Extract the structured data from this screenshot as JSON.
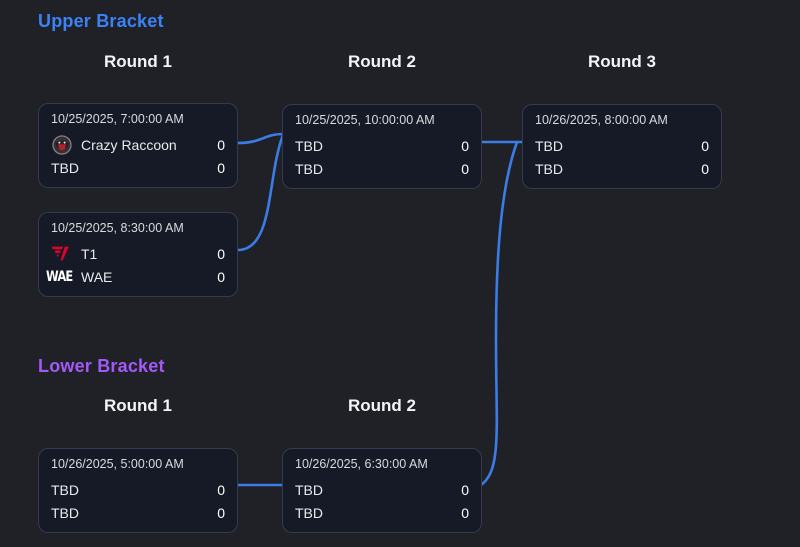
{
  "colors": {
    "page_bg": "#202126",
    "upper_accent": "#3b82f6",
    "lower_accent": "#a259f7",
    "connector": "#3b7ce6",
    "card_bg": "#151a26",
    "card_border": "#343b4d"
  },
  "upper": {
    "title": "Upper Bracket",
    "round_labels": [
      "Round 1",
      "Round 2",
      "Round 3"
    ],
    "matches": [
      {
        "datetime": "10/25/2025, 7:00:00 AM",
        "teams": [
          {
            "name": "Crazy Raccoon",
            "score": "0"
          },
          {
            "name": "TBD",
            "score": "0"
          }
        ]
      },
      {
        "datetime": "10/25/2025, 8:30:00 AM",
        "teams": [
          {
            "name": "T1",
            "score": "0"
          },
          {
            "name": "WAE",
            "score": "0"
          }
        ]
      },
      {
        "datetime": "10/25/2025, 10:00:00 AM",
        "teams": [
          {
            "name": "TBD",
            "score": "0"
          },
          {
            "name": "TBD",
            "score": "0"
          }
        ]
      },
      {
        "datetime": "10/26/2025, 8:00:00 AM",
        "teams": [
          {
            "name": "TBD",
            "score": "0"
          },
          {
            "name": "TBD",
            "score": "0"
          }
        ]
      }
    ]
  },
  "lower": {
    "title": "Lower Bracket",
    "round_labels": [
      "Round 1",
      "Round 2"
    ],
    "matches": [
      {
        "datetime": "10/26/2025, 5:00:00 AM",
        "teams": [
          {
            "name": "TBD",
            "score": "0"
          },
          {
            "name": "TBD",
            "score": "0"
          }
        ]
      },
      {
        "datetime": "10/26/2025, 6:30:00 AM",
        "teams": [
          {
            "name": "TBD",
            "score": "0"
          },
          {
            "name": "TBD",
            "score": "0"
          }
        ]
      }
    ]
  },
  "logos": {
    "wae_text": "WAE"
  }
}
